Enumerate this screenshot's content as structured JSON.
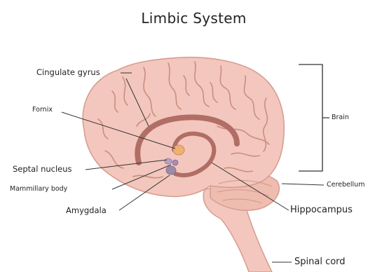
{
  "title": "Limbic System",
  "labels": {
    "cingulate_gyrus": "Cingulate gyrus",
    "fornix": "Fornix",
    "septal_nucleus": "Septal nucleus",
    "mammillary_body": "Mammillary body",
    "amygdala": "Amygdala",
    "brain": "Brain",
    "cerebellum": "Cerebellum",
    "hippocampus": "Hippocampus",
    "spinal_cord": "Spinal cord"
  },
  "colors": {
    "brain_fill": "#f3c7bd",
    "brain_stroke": "#d79d90",
    "fold": "#c98e80",
    "cingulate": "#a8625c",
    "amygdala": "#9d8aa6",
    "thalamus": "#f0b070",
    "bracket": "#555555"
  }
}
